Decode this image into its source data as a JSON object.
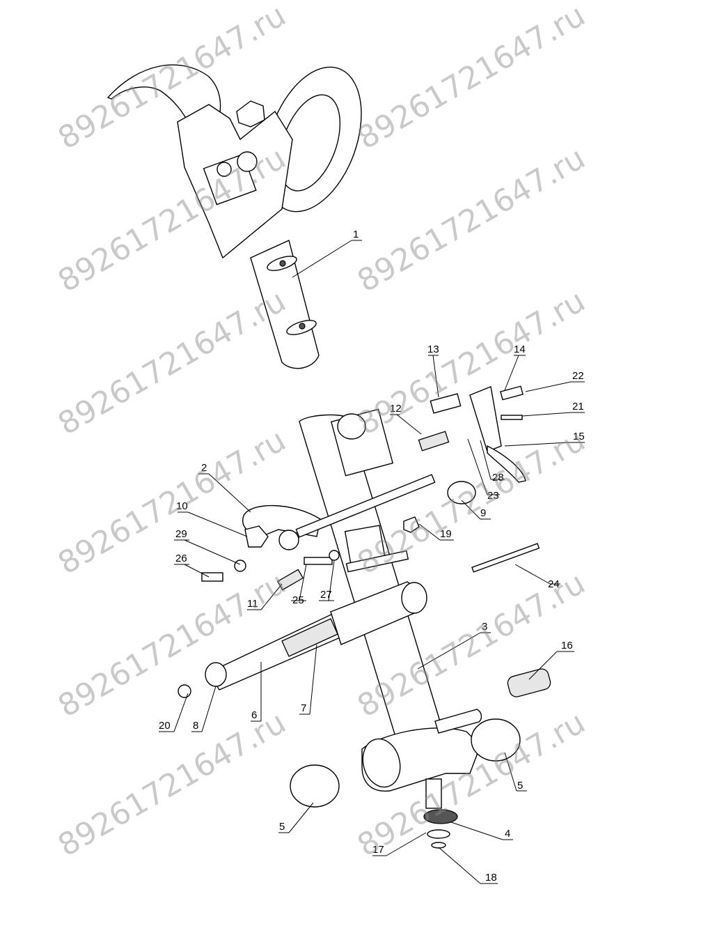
{
  "watermark": "89261721647.ru",
  "callouts": [
    "1",
    "2",
    "3",
    "4",
    "5",
    "5",
    "6",
    "7",
    "8",
    "9",
    "10",
    "11",
    "12",
    "13",
    "14",
    "15",
    "16",
    "17",
    "18",
    "19",
    "20",
    "21",
    "22",
    "23",
    "24",
    "25",
    "26",
    "27",
    "28",
    "29"
  ]
}
